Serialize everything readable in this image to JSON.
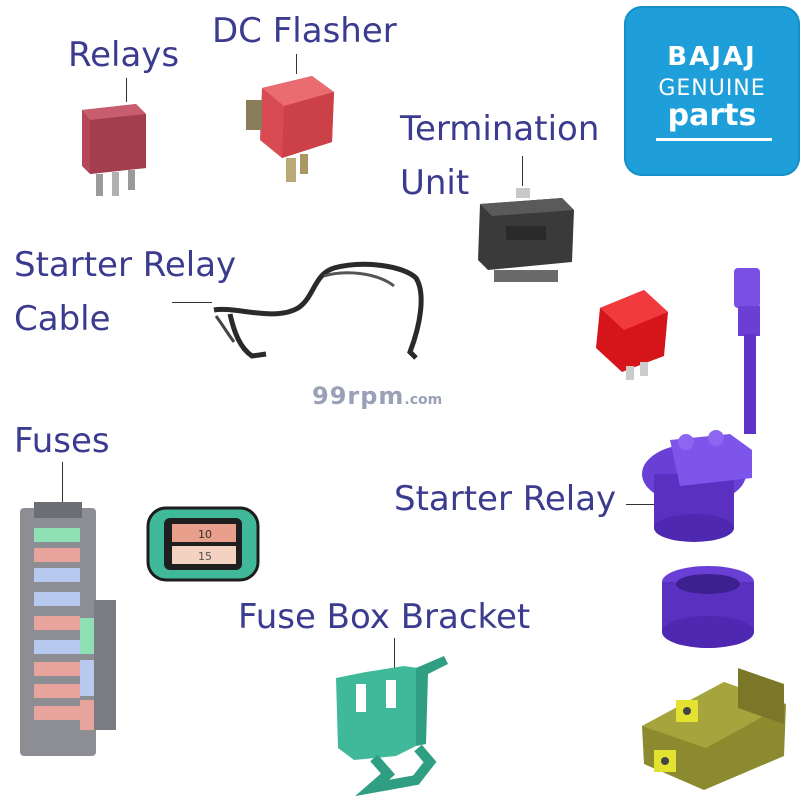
{
  "labels": {
    "relays": "Relays",
    "dc_flasher": "DC Flasher",
    "termination_unit_line1": "Termination",
    "termination_unit_line2": "Unit",
    "starter_relay_cable_line1": "Starter Relay",
    "starter_relay_cable_line2": "Cable",
    "fuses": "Fuses",
    "starter_relay": "Starter Relay",
    "fuse_box_bracket": "Fuse Box Bracket"
  },
  "logo": {
    "brand": "BAJAJ",
    "line1": "GENUINE",
    "line2": "parts",
    "color": "#1e9fd9"
  },
  "watermark": {
    "main": "99rpm",
    "suffix": ".com"
  },
  "fuse_ratings": [
    "10",
    "15"
  ],
  "colors": {
    "label_text": "#3b3b8f",
    "relay_red": "#b4485a",
    "flasher_red": "#e0555a",
    "starter_relay_purple": "#6a3fd6",
    "starter_cap_red": "#e11a1a",
    "bracket_teal": "#3fb99a",
    "fuse_box_gray": "#8c8e94",
    "mount_olive": "#8c8a2e"
  }
}
